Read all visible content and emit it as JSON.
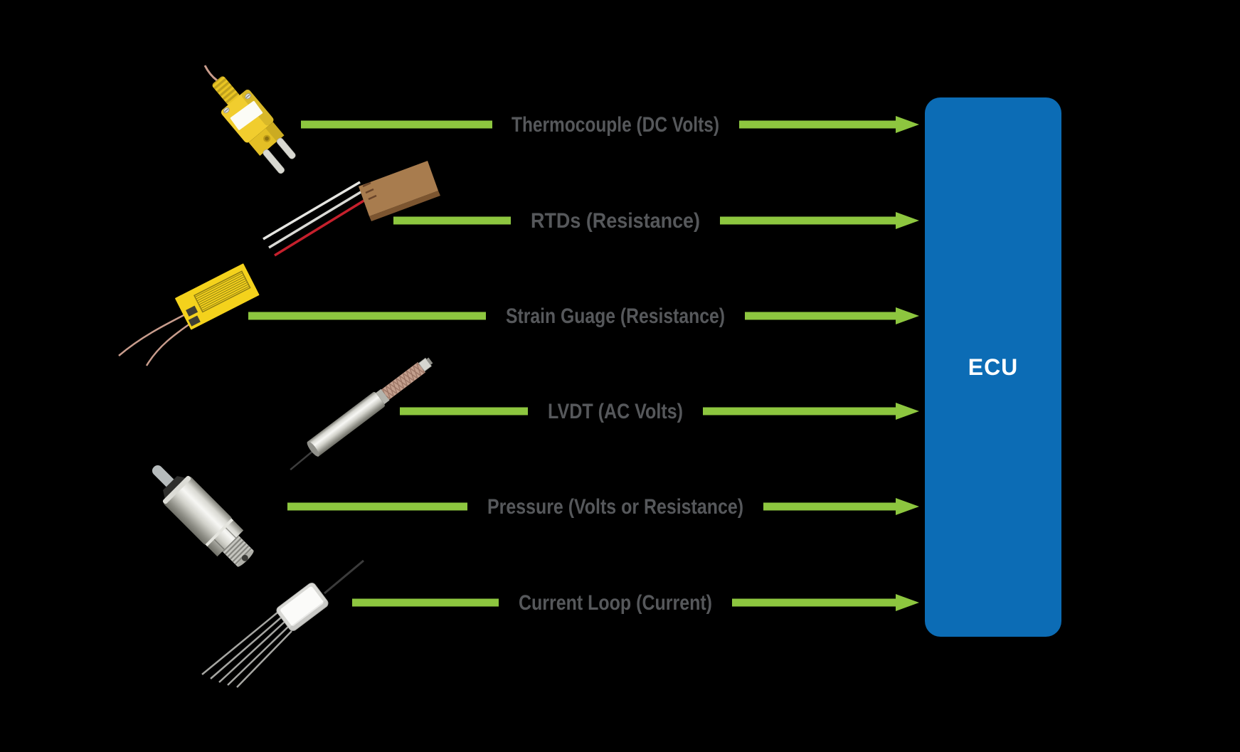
{
  "diagram": {
    "type": "sensor-to-ecu-flow",
    "colors": {
      "background": "#000000",
      "arrow": "#8dc63f",
      "label_text": "#56585b",
      "ecu_fill": "#0c6cb5",
      "ecu_text": "#ffffff"
    },
    "ecu": {
      "label": "ECU"
    },
    "rows": [
      {
        "sensor": "thermocouple",
        "label": "Thermocouple (DC Volts)"
      },
      {
        "sensor": "rtd",
        "label": "RTDs (Resistance)"
      },
      {
        "sensor": "strain-gauge",
        "label": "Strain Guage (Resistance)"
      },
      {
        "sensor": "lvdt",
        "label": "LVDT (AC Volts)"
      },
      {
        "sensor": "pressure",
        "label": "Pressure (Volts or Resistance)"
      },
      {
        "sensor": "current-loop",
        "label": "Current Loop (Current)"
      }
    ]
  }
}
